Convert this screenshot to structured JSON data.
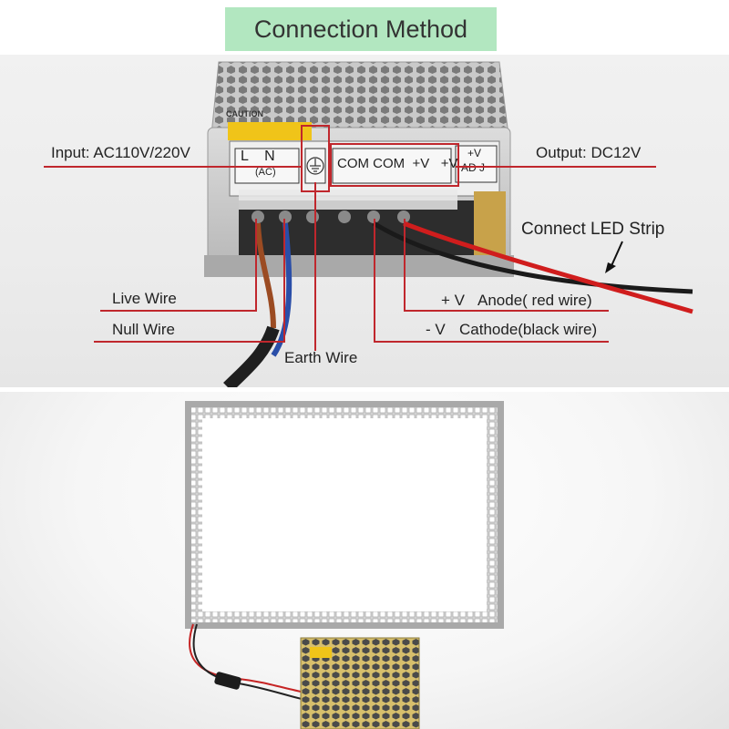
{
  "title": "Connection Method",
  "power_supply": {
    "caution": "CAUTION",
    "terminals_ac": "L    N",
    "terminals_ac_sub": "(AC)",
    "terminals_dc": "COM COM  +V   +V",
    "adj_top": "+V",
    "adj_bottom": "AD J"
  },
  "labels": {
    "input": "Input: AC110V/220V",
    "output": "Output: DC12V",
    "connect_led": "Connect LED Strip",
    "live_wire": "Live Wire",
    "null_wire": "Null Wire",
    "earth_wire": "Earth Wire",
    "anode_prefix": "+ V",
    "anode": "Anode( red wire)",
    "cathode_prefix": "- V",
    "cathode": "Cathode(black wire)"
  },
  "colors": {
    "title_bg": "#b2e7c0",
    "callout_red": "#c0272d"
  }
}
